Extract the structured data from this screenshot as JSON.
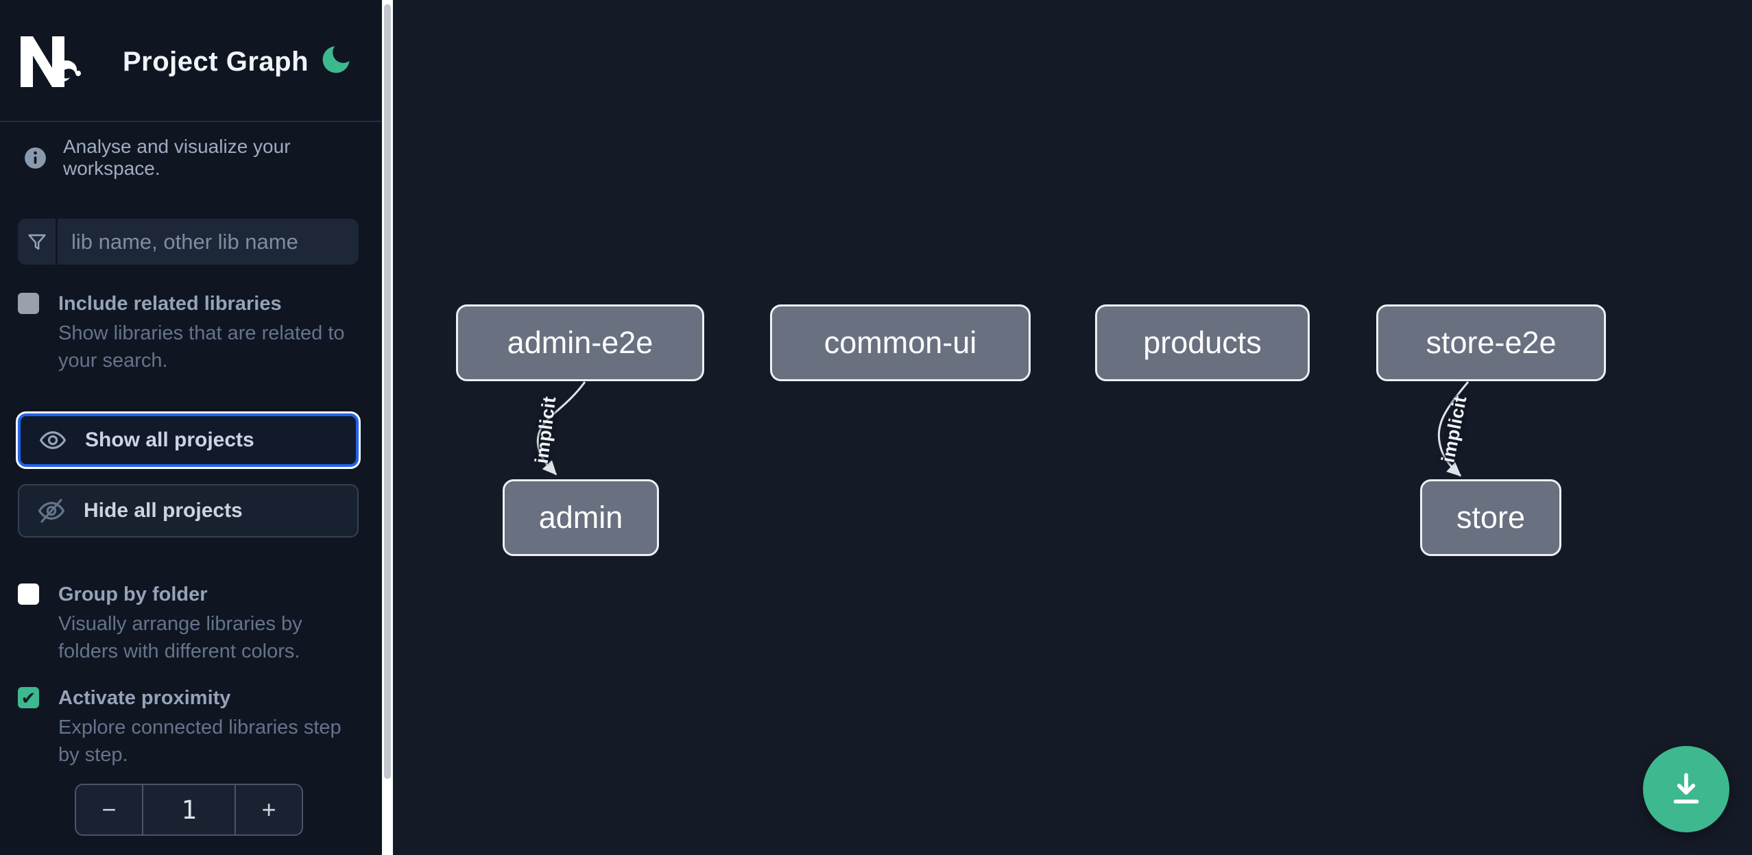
{
  "header": {
    "title": "Project Graph",
    "logo": "Nx",
    "theme_toggle": "moon-icon"
  },
  "intro": {
    "text": "Analyse and visualize your workspace."
  },
  "search": {
    "placeholder": "lib name, other lib name",
    "value": ""
  },
  "options": {
    "include_related": {
      "label": "Include related libraries",
      "description": "Show libraries that are related to your search.",
      "checked": false,
      "disabled": true
    },
    "group_by_folder": {
      "label": "Group by folder",
      "description": "Visually arrange libraries by folders with different colors.",
      "checked": false
    },
    "activate_proximity": {
      "label": "Activate proximity",
      "description": "Explore connected libraries step by step.",
      "checked": true
    }
  },
  "actions": {
    "show_all_label": "Show all projects",
    "hide_all_label": "Hide all projects"
  },
  "proximity_stepper": {
    "decrement_label": "−",
    "value": "1",
    "increment_label": "+"
  },
  "graph": {
    "nodes": [
      {
        "label": "admin-e2e"
      },
      {
        "label": "common-ui"
      },
      {
        "label": "products"
      },
      {
        "label": "store-e2e"
      },
      {
        "label": "admin"
      },
      {
        "label": "store"
      }
    ],
    "edges": [
      {
        "source": "admin-e2e",
        "target": "admin",
        "label": "implicit"
      },
      {
        "source": "store-e2e",
        "target": "store",
        "label": "implicit"
      }
    ]
  },
  "icons": {
    "check": "✔",
    "fab": "download-icon"
  },
  "colors": {
    "accent_green": "#3eb88e",
    "focus_blue": "#2563eb",
    "node_fill": "#697080",
    "node_border": "#edf0f4",
    "sidebar_bg": "#101522",
    "canvas_bg": "#151a27",
    "panel_bg": "#1d2737",
    "muted_text": "#64748b",
    "title_text": "#94a3b8",
    "button_text": "#cbd5e1"
  }
}
